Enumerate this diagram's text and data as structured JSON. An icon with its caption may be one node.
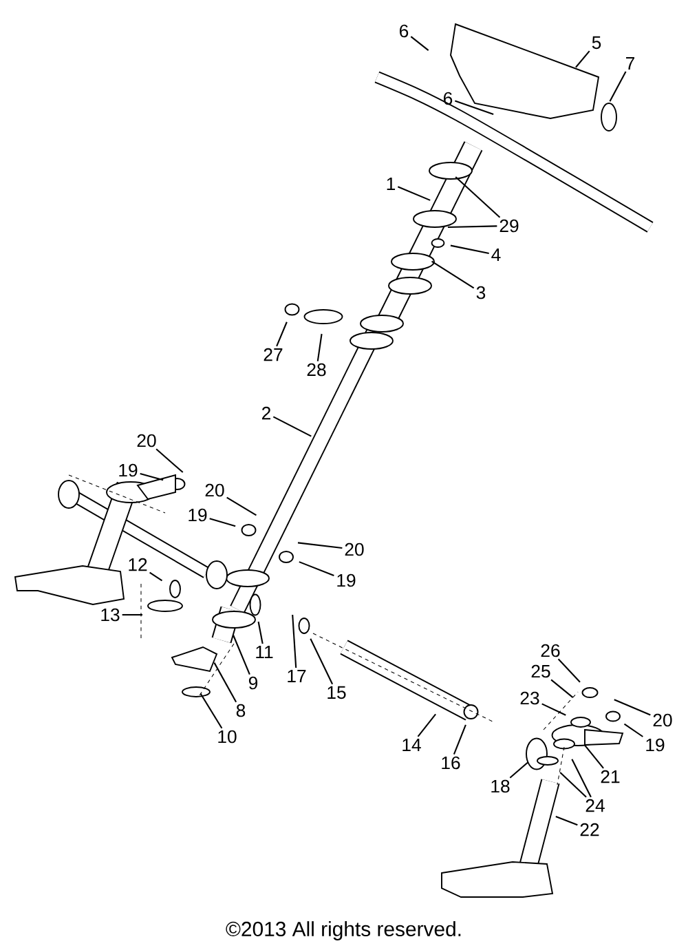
{
  "diagram": {
    "nodes": [
      {
        "text": [
          "6"
        ]
      },
      {
        "text": [
          "5"
        ]
      },
      {
        "text": [
          "7"
        ]
      },
      {
        "text": [
          "6"
        ]
      },
      {
        "text": [
          "1"
        ]
      },
      {
        "text": [
          "29"
        ]
      },
      {
        "text": [
          "4"
        ]
      },
      {
        "text": [
          "3"
        ]
      },
      {
        "text": [
          "27"
        ]
      },
      {
        "text": [
          "28"
        ]
      },
      {
        "text": [
          "2"
        ]
      },
      {
        "text": [
          "20"
        ]
      },
      {
        "text": [
          "19"
        ]
      },
      {
        "text": [
          "20"
        ]
      },
      {
        "text": [
          "19"
        ]
      },
      {
        "text": [
          "20"
        ]
      },
      {
        "text": [
          "12"
        ]
      },
      {
        "text": [
          "19"
        ]
      },
      {
        "text": [
          "13"
        ]
      },
      {
        "text": [
          "11"
        ]
      },
      {
        "text": [
          "26"
        ]
      },
      {
        "text": [
          "25"
        ]
      },
      {
        "text": [
          "17"
        ]
      },
      {
        "text": [
          "9"
        ]
      },
      {
        "text": [
          "15"
        ]
      },
      {
        "text": [
          "23"
        ]
      },
      {
        "text": [
          "8"
        ]
      },
      {
        "text": [
          "20"
        ]
      },
      {
        "text": [
          "10"
        ]
      },
      {
        "text": [
          "14"
        ]
      },
      {
        "text": [
          "19"
        ]
      },
      {
        "text": [
          "16"
        ]
      },
      {
        "text": [
          "21"
        ]
      },
      {
        "text": [
          "18"
        ]
      },
      {
        "text": [
          "24"
        ]
      },
      {
        "text": [
          "22"
        ]
      }
    ],
    "edges": [
      {
        "from": 0,
        "to": null,
        "arrow": "none"
      },
      {
        "from": 1,
        "to": null,
        "arrow": "none"
      },
      {
        "from": 2,
        "to": null,
        "arrow": "none"
      },
      {
        "from": 3,
        "to": null,
        "arrow": "none"
      },
      {
        "from": 4,
        "to": null,
        "arrow": "none"
      },
      {
        "from": 5,
        "to": null,
        "arrow": "none"
      },
      {
        "from": 5,
        "to": null,
        "arrow": "none"
      },
      {
        "from": 6,
        "to": null,
        "arrow": "none"
      },
      {
        "from": 7,
        "to": null,
        "arrow": "none"
      },
      {
        "from": 8,
        "to": null,
        "arrow": "none"
      },
      {
        "from": 9,
        "to": null,
        "arrow": "none"
      },
      {
        "from": 10,
        "to": null,
        "arrow": "none"
      },
      {
        "from": 11,
        "to": null,
        "arrow": "none"
      },
      {
        "from": 12,
        "to": null,
        "arrow": "none"
      },
      {
        "from": 13,
        "to": null,
        "arrow": "none"
      },
      {
        "from": 14,
        "to": null,
        "arrow": "none"
      },
      {
        "from": 15,
        "to": null,
        "arrow": "none"
      },
      {
        "from": 16,
        "to": null,
        "arrow": "none"
      },
      {
        "from": 17,
        "to": null,
        "arrow": "none"
      },
      {
        "from": 18,
        "to": null,
        "arrow": "none"
      },
      {
        "from": 19,
        "to": null,
        "arrow": "none"
      },
      {
        "from": 20,
        "to": null,
        "arrow": "none"
      },
      {
        "from": 21,
        "to": null,
        "arrow": "none"
      },
      {
        "from": 22,
        "to": null,
        "arrow": "none"
      },
      {
        "from": 23,
        "to": null,
        "arrow": "none"
      },
      {
        "from": 24,
        "to": null,
        "arrow": "none"
      },
      {
        "from": 25,
        "to": null,
        "arrow": "none"
      },
      {
        "from": 26,
        "to": null,
        "arrow": "none"
      },
      {
        "from": 27,
        "to": null,
        "arrow": "none"
      },
      {
        "from": 28,
        "to": null,
        "arrow": "none"
      },
      {
        "from": 29,
        "to": null,
        "arrow": "none"
      },
      {
        "from": 30,
        "to": null,
        "arrow": "none"
      },
      {
        "from": 31,
        "to": null,
        "arrow": "none"
      },
      {
        "from": 32,
        "to": null,
        "arrow": "none"
      },
      {
        "from": 33,
        "to": null,
        "arrow": "none"
      },
      {
        "from": 34,
        "to": null,
        "arrow": "none"
      },
      {
        "from": 34,
        "to": null,
        "arrow": "none"
      },
      {
        "from": 35,
        "to": null,
        "arrow": "none"
      }
    ],
    "labels": [
      "©2013 All rights reserved."
    ]
  }
}
